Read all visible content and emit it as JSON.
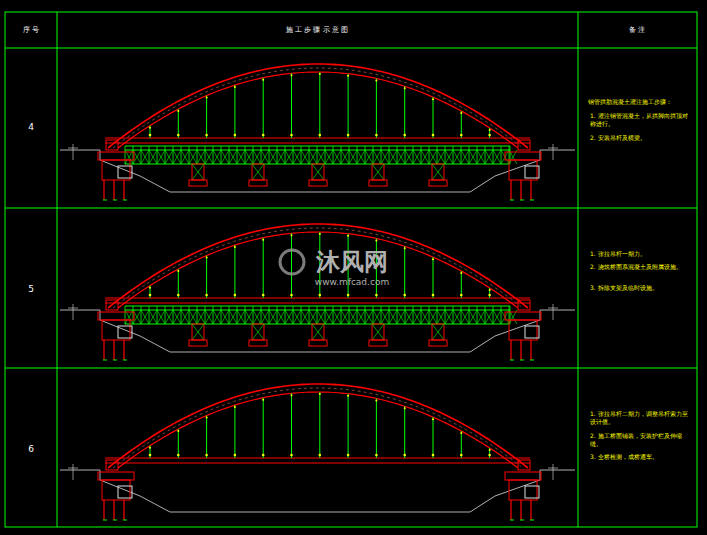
{
  "diagram": {
    "labels": [
      "序 号",
      "施 工 步 骤 示 意 图",
      "备 注",
      "4",
      "5",
      "6",
      "钢管拱肋混凝土灌注施工步骤：",
      "1. 灌注钢管混凝土，从拱脚向拱顶对称进行。",
      "2. 安装吊杆及横梁。",
      "1. 张拉吊杆一期力。",
      "2. 浇筑桥面系混凝土及附属设施。",
      "3. 拆除支架及临时设施。",
      "1. 张拉吊杆二期力，调整吊杆索力至设计值。",
      "2. 施工桥面铺装，安装护栏及伸缩缝。",
      "3. 全桥检测，成桥通车。",
      "沐风网",
      "www.mfcad.com"
    ]
  }
}
